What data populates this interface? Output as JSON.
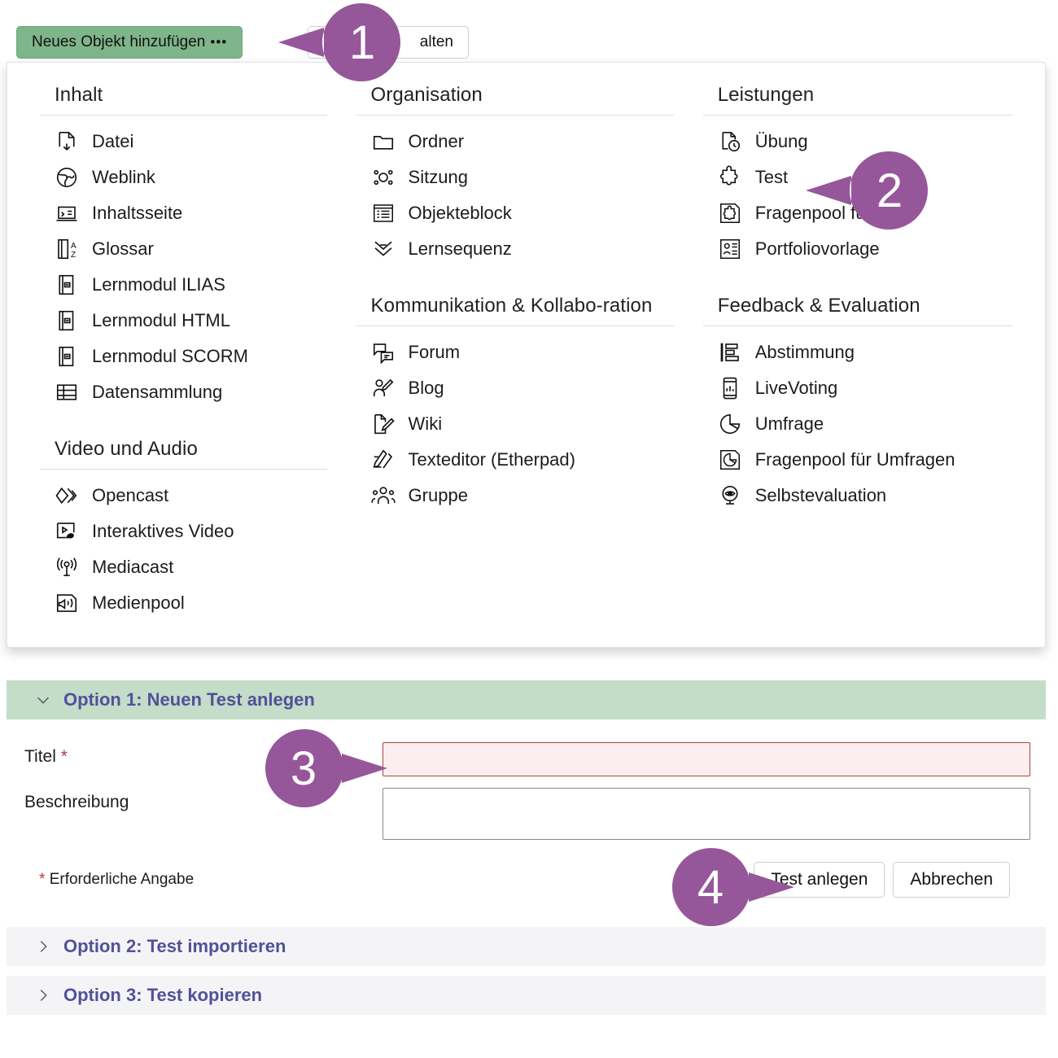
{
  "toolbar": {
    "add_object_label": "Neues Objekt hinzufügen",
    "add_object_dots": "•••",
    "manage_label": "alten"
  },
  "panel": {
    "columns": [
      {
        "groups": [
          {
            "title": "Inhalt",
            "items": [
              {
                "label": "Datei",
                "icon": "file-download-icon"
              },
              {
                "label": "Weblink",
                "icon": "globe-icon"
              },
              {
                "label": "Inhaltsseite",
                "icon": "content-page-icon"
              },
              {
                "label": "Glossar",
                "icon": "glossary-az-icon"
              },
              {
                "label": "Lernmodul ILIAS",
                "icon": "learning-module-icon"
              },
              {
                "label": "Lernmodul HTML",
                "icon": "learning-module-icon"
              },
              {
                "label": "Lernmodul SCORM",
                "icon": "learning-module-icon"
              },
              {
                "label": "Datensammlung",
                "icon": "table-grid-icon"
              }
            ]
          },
          {
            "title": "Video und Audio",
            "items": [
              {
                "label": "Opencast",
                "icon": "opencast-diamonds-icon"
              },
              {
                "label": "Interaktives Video",
                "icon": "interactive-video-icon"
              },
              {
                "label": "Mediacast",
                "icon": "broadcast-antenna-icon"
              },
              {
                "label": "Medienpool",
                "icon": "speaker-sound-icon"
              }
            ]
          }
        ]
      },
      {
        "groups": [
          {
            "title": "Organisation",
            "items": [
              {
                "label": "Ordner",
                "icon": "folder-icon"
              },
              {
                "label": "Sitzung",
                "icon": "session-nodes-icon"
              },
              {
                "label": "Objekteblock",
                "icon": "object-block-icon"
              },
              {
                "label": "Lernsequenz",
                "icon": "learning-sequence-icon"
              }
            ]
          },
          {
            "title": "Kommunikation & Kollabo-ration",
            "items": [
              {
                "label": "Forum",
                "icon": "forum-bubbles-icon"
              },
              {
                "label": "Blog",
                "icon": "person-pencil-icon"
              },
              {
                "label": "Wiki",
                "icon": "page-pencil-icon"
              },
              {
                "label": "Texteditor (Etherpad)",
                "icon": "etherpad-pencil-icon"
              },
              {
                "label": "Gruppe",
                "icon": "group-people-icon"
              }
            ]
          }
        ]
      },
      {
        "groups": [
          {
            "title": "Leistungen",
            "items": [
              {
                "label": "Übung",
                "icon": "exercise-clock-icon"
              },
              {
                "label": "Test",
                "icon": "test-puzzle-icon"
              },
              {
                "label": "Fragenpool für Tests",
                "icon": "question-pool-icon"
              },
              {
                "label": "Portfoliovorlage",
                "icon": "portfolio-template-icon"
              }
            ]
          },
          {
            "title": "Feedback & Evaluation",
            "items": [
              {
                "label": "Abstimmung",
                "icon": "poll-bars-icon"
              },
              {
                "label": "LiveVoting",
                "icon": "phone-chart-icon"
              },
              {
                "label": "Umfrage",
                "icon": "pie-chart-icon"
              },
              {
                "label": "Fragenpool für Umfragen",
                "icon": "survey-pool-icon"
              },
              {
                "label": "Selbstevaluation",
                "icon": "eye-webcam-icon"
              }
            ]
          }
        ]
      }
    ]
  },
  "form": {
    "option1_title": "Option 1: Neuen Test anlegen",
    "option2_title": "Option 2: Test importieren",
    "option3_title": "Option 3: Test kopieren",
    "title_label": "Titel",
    "title_value": "",
    "title_placeholder": "",
    "description_label": "Beschreibung",
    "description_value": "",
    "description_placeholder": "",
    "required_marker": "*",
    "required_hint": "Erforderliche Angabe",
    "submit_label": "Test anlegen",
    "cancel_label": "Abbrechen"
  },
  "callouts": [
    {
      "number": "1",
      "direction": "left"
    },
    {
      "number": "2",
      "direction": "left"
    },
    {
      "number": "3",
      "direction": "right"
    },
    {
      "number": "4",
      "direction": "right"
    }
  ],
  "colors": {
    "accent_purple": "#96579a",
    "button_green": "#7fb58a",
    "section_green": "#c3ddc8",
    "heading_indigo": "#53509a",
    "error_border": "#a94442",
    "error_bg": "#fceef0"
  }
}
